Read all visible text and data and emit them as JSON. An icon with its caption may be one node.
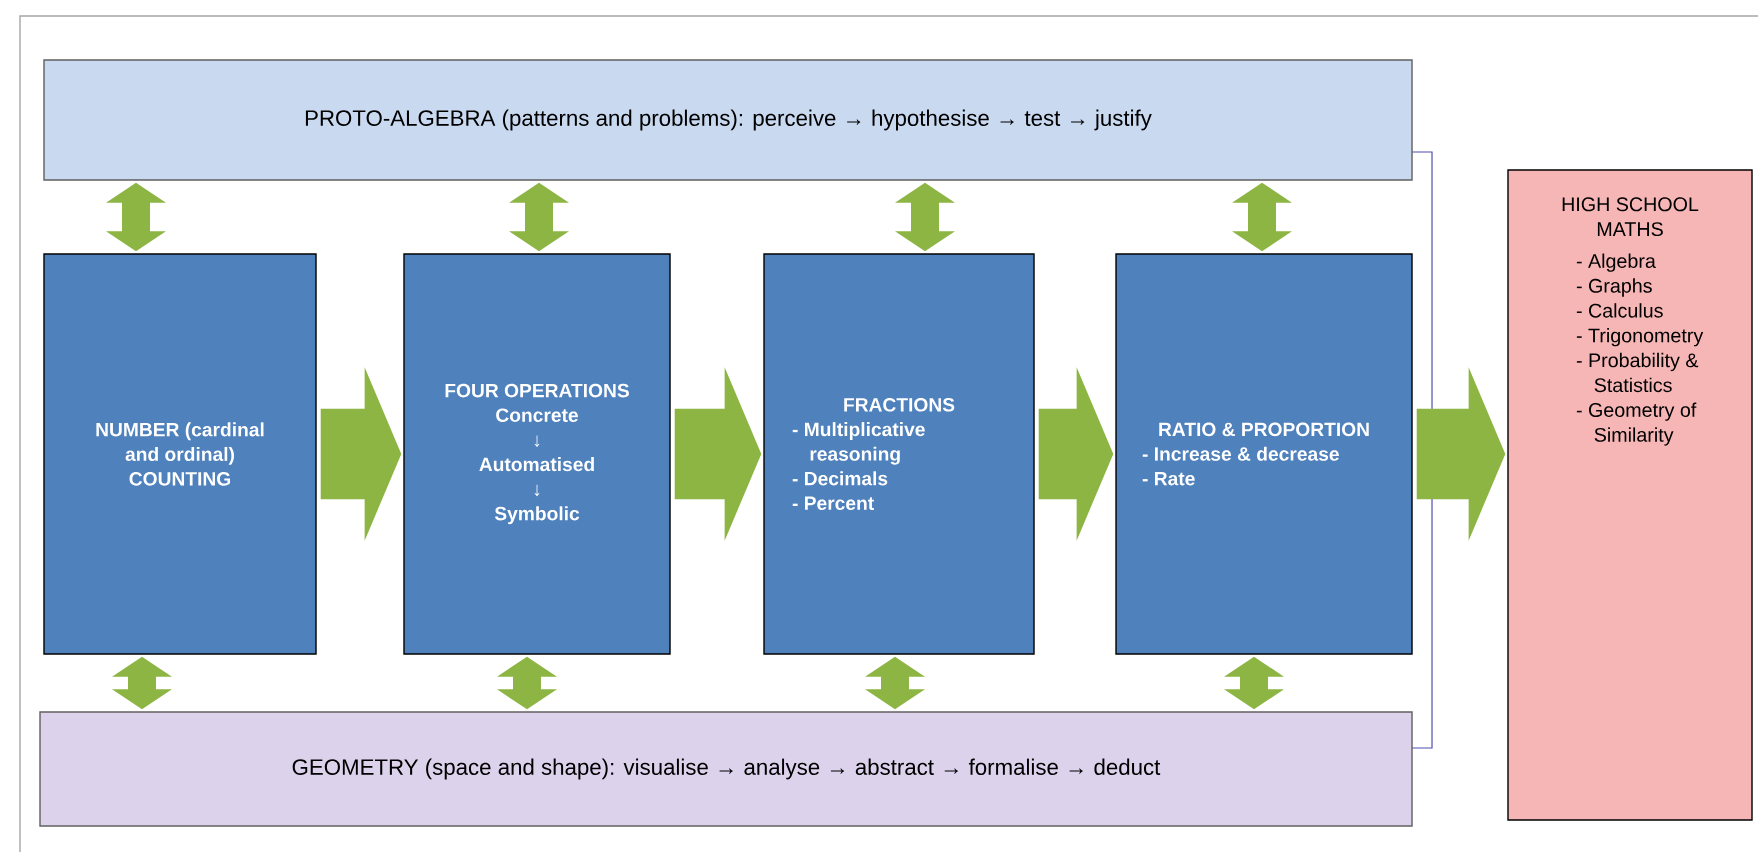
{
  "diagram": {
    "nodes": [
      {
        "text": [
          "PROTO-ALGEBRA (patterns and problems): perceive → hypothesise → test → justify"
        ]
      },
      {
        "text": [
          "NUMBER (cardinal and ordinal) COUNTING"
        ]
      },
      {
        "text": [
          "FOUR OPERATIONS",
          "Concrete",
          "↓",
          "Automatised",
          "↓",
          "Symbolic"
        ]
      },
      {
        "text": [
          "FRACTIONS",
          "- Multiplicative reasoning",
          "- Decimals",
          "- Percent"
        ]
      },
      {
        "text": [
          "RATIO & PROPORTION",
          "- Increase & decrease",
          "- Rate"
        ]
      },
      {
        "text": [
          "HIGH SCHOOL MATHS",
          "- Algebra",
          "- Graphs",
          "- Calculus",
          "- Trigonometry",
          "- Probability & Statistics",
          "- Geometry of Similarity"
        ]
      },
      {
        "text": [
          "GEOMETRY (space and shape): visualise → analyse → abstract → formalise → deduct"
        ]
      }
    ],
    "edges": [
      {
        "from": 0,
        "to": 1,
        "arrow": "both"
      },
      {
        "from": 0,
        "to": 2,
        "arrow": "both"
      },
      {
        "from": 0,
        "to": 3,
        "arrow": "both"
      },
      {
        "from": 0,
        "to": 4,
        "arrow": "both"
      },
      {
        "from": 1,
        "to": 2,
        "arrow": "to"
      },
      {
        "from": 2,
        "to": 3,
        "arrow": "to"
      },
      {
        "from": 3,
        "to": 4,
        "arrow": "to"
      },
      {
        "from": 4,
        "to": 5,
        "arrow": "to"
      },
      {
        "from": 1,
        "to": 6,
        "arrow": "both"
      },
      {
        "from": 2,
        "to": 6,
        "arrow": "both"
      },
      {
        "from": 3,
        "to": 6,
        "arrow": "both"
      },
      {
        "from": 4,
        "to": 6,
        "arrow": "both"
      }
    ]
  }
}
